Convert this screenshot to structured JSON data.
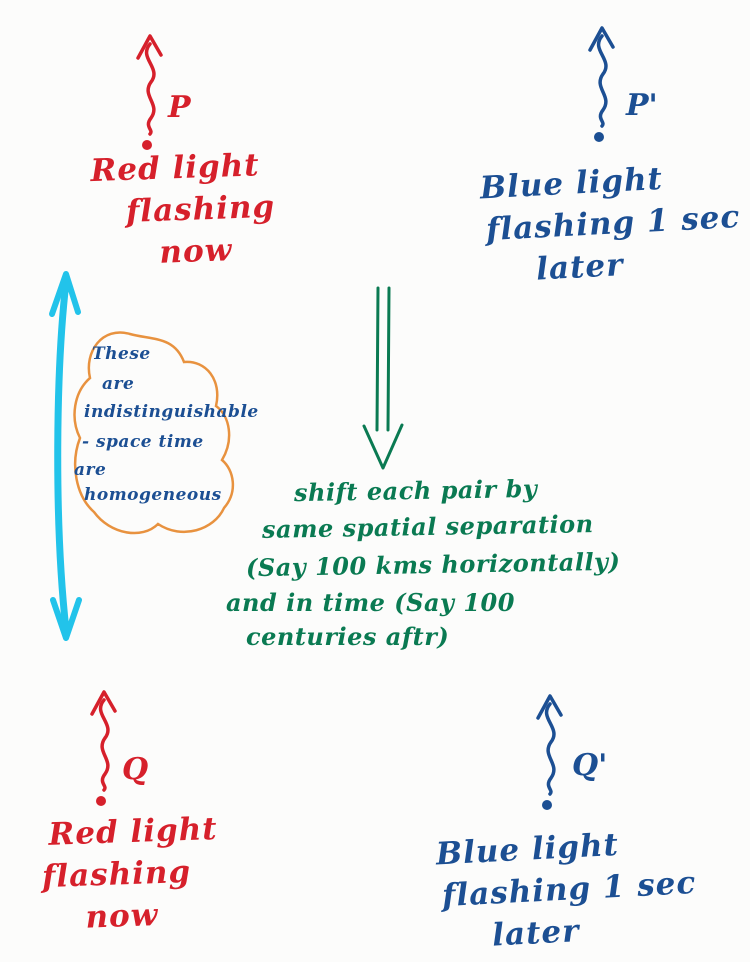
{
  "colors": {
    "red": "#d6202b",
    "blue": "#1c4f93",
    "green": "#0a7a52",
    "cyan": "#22c3ea",
    "orange": "#e8923f",
    "background": "#fcfcfb"
  },
  "points": {
    "p": {
      "label": "P"
    },
    "p_prime": {
      "label": "P'"
    },
    "q": {
      "label": "Q"
    },
    "q_prime": {
      "label": "Q'"
    }
  },
  "captions": {
    "top_left": {
      "l0": "Red light",
      "l1": "flashing",
      "l2": "now"
    },
    "top_right": {
      "l0": "Blue light",
      "l1": "flashing  1 sec",
      "l2": "later"
    },
    "bottom_left": {
      "l0": "Red light",
      "l1": "flashing",
      "l2": "now"
    },
    "bottom_right": {
      "l0": "Blue light",
      "l1": "flashing  1 sec",
      "l2": "later"
    }
  },
  "blob_note": {
    "l0": "These",
    "l1": "are",
    "l2": "indistinguishable",
    "l3": "- space time",
    "l4": "are",
    "l5": "homogeneous"
  },
  "center_note": {
    "l0": "shift each pair by",
    "l1": "same spatial separation",
    "l2": "(Say 100 kms horizontally)",
    "l3": "and in time (Say 100",
    "l4": "centuries aftr)"
  }
}
